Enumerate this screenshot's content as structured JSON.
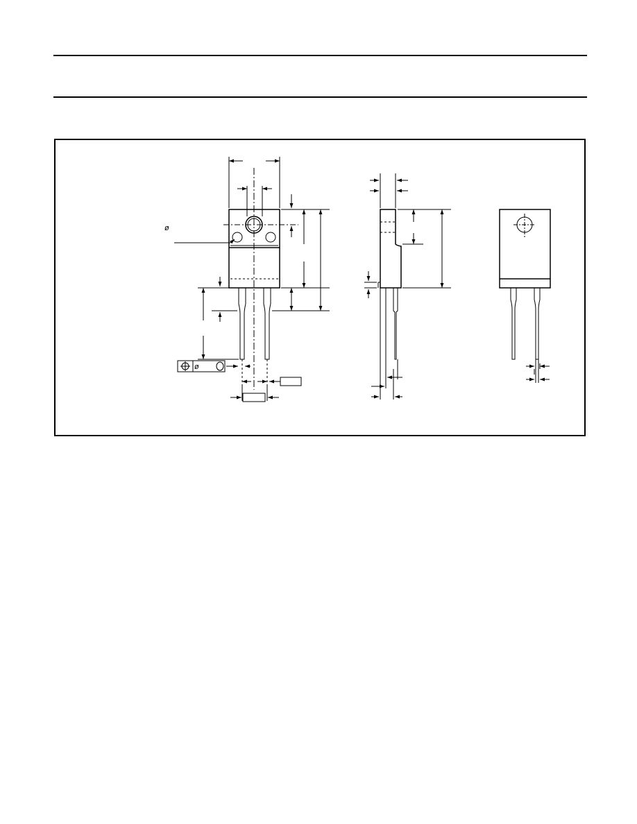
{
  "page": {
    "background": "#ffffff",
    "ink": "#000000"
  },
  "drawing": {
    "diameter_symbol": "ø",
    "feature_control_symbol": "ø",
    "views": [
      "front-view",
      "side-view",
      "rear-view"
    ]
  }
}
